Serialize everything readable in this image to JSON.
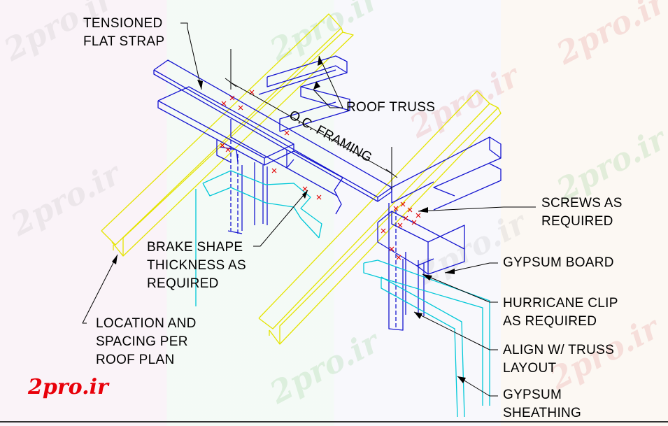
{
  "watermark_text": "2pro.ir",
  "logo_text": "2pro.ir",
  "labels": {
    "tensioned_flat_strap": [
      "TENSIONED",
      "FLAT STRAP"
    ],
    "roof_truss": [
      "ROOF TRUSS"
    ],
    "oc_framing": "O.C. FRAMING",
    "screws": [
      "SCREWS AS",
      "REQUIRED"
    ],
    "gypsum_board": [
      "GYPSUM BOARD"
    ],
    "hurricane_clip": [
      "HURRICANE CLIP",
      "AS REQUIRED"
    ],
    "align_truss": [
      "ALIGN W/ TRUSS",
      "LAYOUT"
    ],
    "gypsum_sheathing": [
      "GYPSUM",
      "SHEATHING"
    ],
    "brake_shape": [
      "BRAKE SHAPE",
      "THICKNESS AS",
      "REQUIRED"
    ],
    "location_spacing": [
      "LOCATION AND",
      "SPACING PER",
      "ROOF PLAN"
    ]
  },
  "colors": {
    "truss_yellow": "#e4e400",
    "steel_blue": "#1515d0",
    "sheathing_cyan": "#00c8d8",
    "screw_red": "#e00000",
    "leader_black": "#000000",
    "logo_red": "#e8000a"
  }
}
